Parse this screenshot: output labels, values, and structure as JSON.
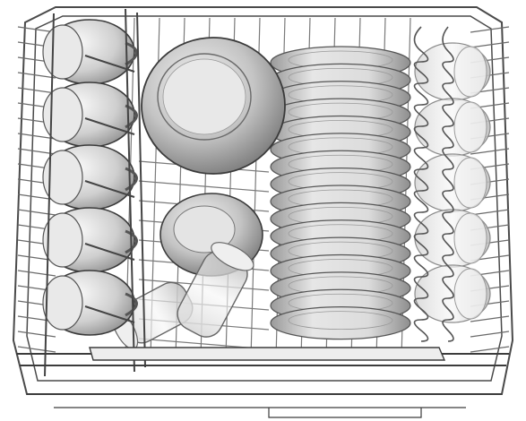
{
  "image": {
    "subject": "dishwasher-upper-basket-illustration",
    "colors": {
      "background": "#ffffff",
      "wire": "#4a4a4a",
      "wire_light": "#8a8a8a",
      "ceramic_light": "#f2f2f2",
      "ceramic_mid": "#c8c8c8",
      "ceramic_dark": "#8c8c8c",
      "glass": "#e6e6e6"
    },
    "items": {
      "cups_left_column": 5,
      "glasses_right_column": 5,
      "plates_in_rack": 16,
      "large_bowl": 1,
      "small_bowl": 1,
      "glasses_lying": 2
    }
  }
}
